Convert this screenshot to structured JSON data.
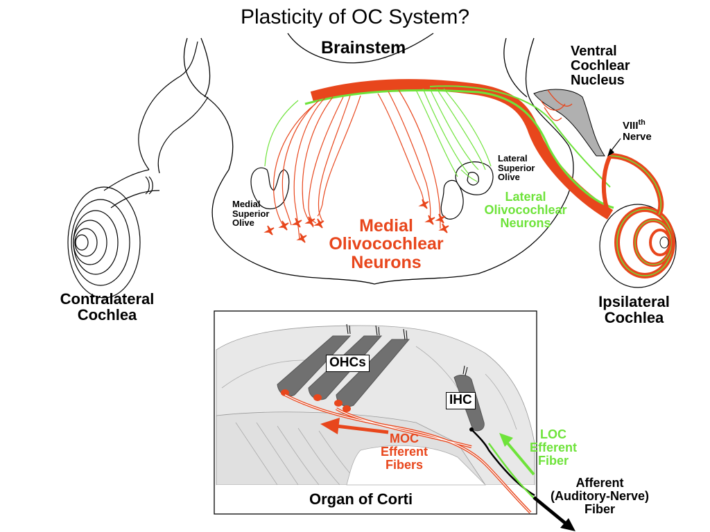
{
  "title": "Plasticity of OC System?",
  "labels": {
    "brainstem": "Brainstem",
    "vcn": [
      "Ventral",
      "Cochlear",
      "Nucleus"
    ],
    "nerve_base": "VIII",
    "nerve_sup": "th",
    "nerve_word": "Nerve",
    "lso": [
      "Lateral",
      "Superior",
      "Olive"
    ],
    "mso": [
      "Medial",
      "Superior",
      "Olive"
    ],
    "loc_neurons": [
      "Lateral",
      "Olivocochlear",
      "Neurons"
    ],
    "moc_neurons": [
      "Medial",
      "Olivocochlear",
      "Neurons"
    ],
    "contra": [
      "Contralateral",
      "Cochlea"
    ],
    "ipsi": [
      "Ipsilateral",
      "Cochlea"
    ]
  },
  "inset": {
    "ohcs": "OHCs",
    "ihc": "IHC",
    "moc": [
      "MOC",
      "Efferent",
      "Fibers"
    ],
    "loc": [
      "LOC",
      "Efferent",
      "Fiber"
    ],
    "afferent": [
      "Afferent",
      "(Auditory-Nerve)",
      "Fiber"
    ],
    "caption": "Organ of Corti"
  },
  "colors": {
    "medial": "#e8461c",
    "lateral": "#6ee33a",
    "gray": "#7a7a7a",
    "light_gray": "#e8e8e8"
  }
}
